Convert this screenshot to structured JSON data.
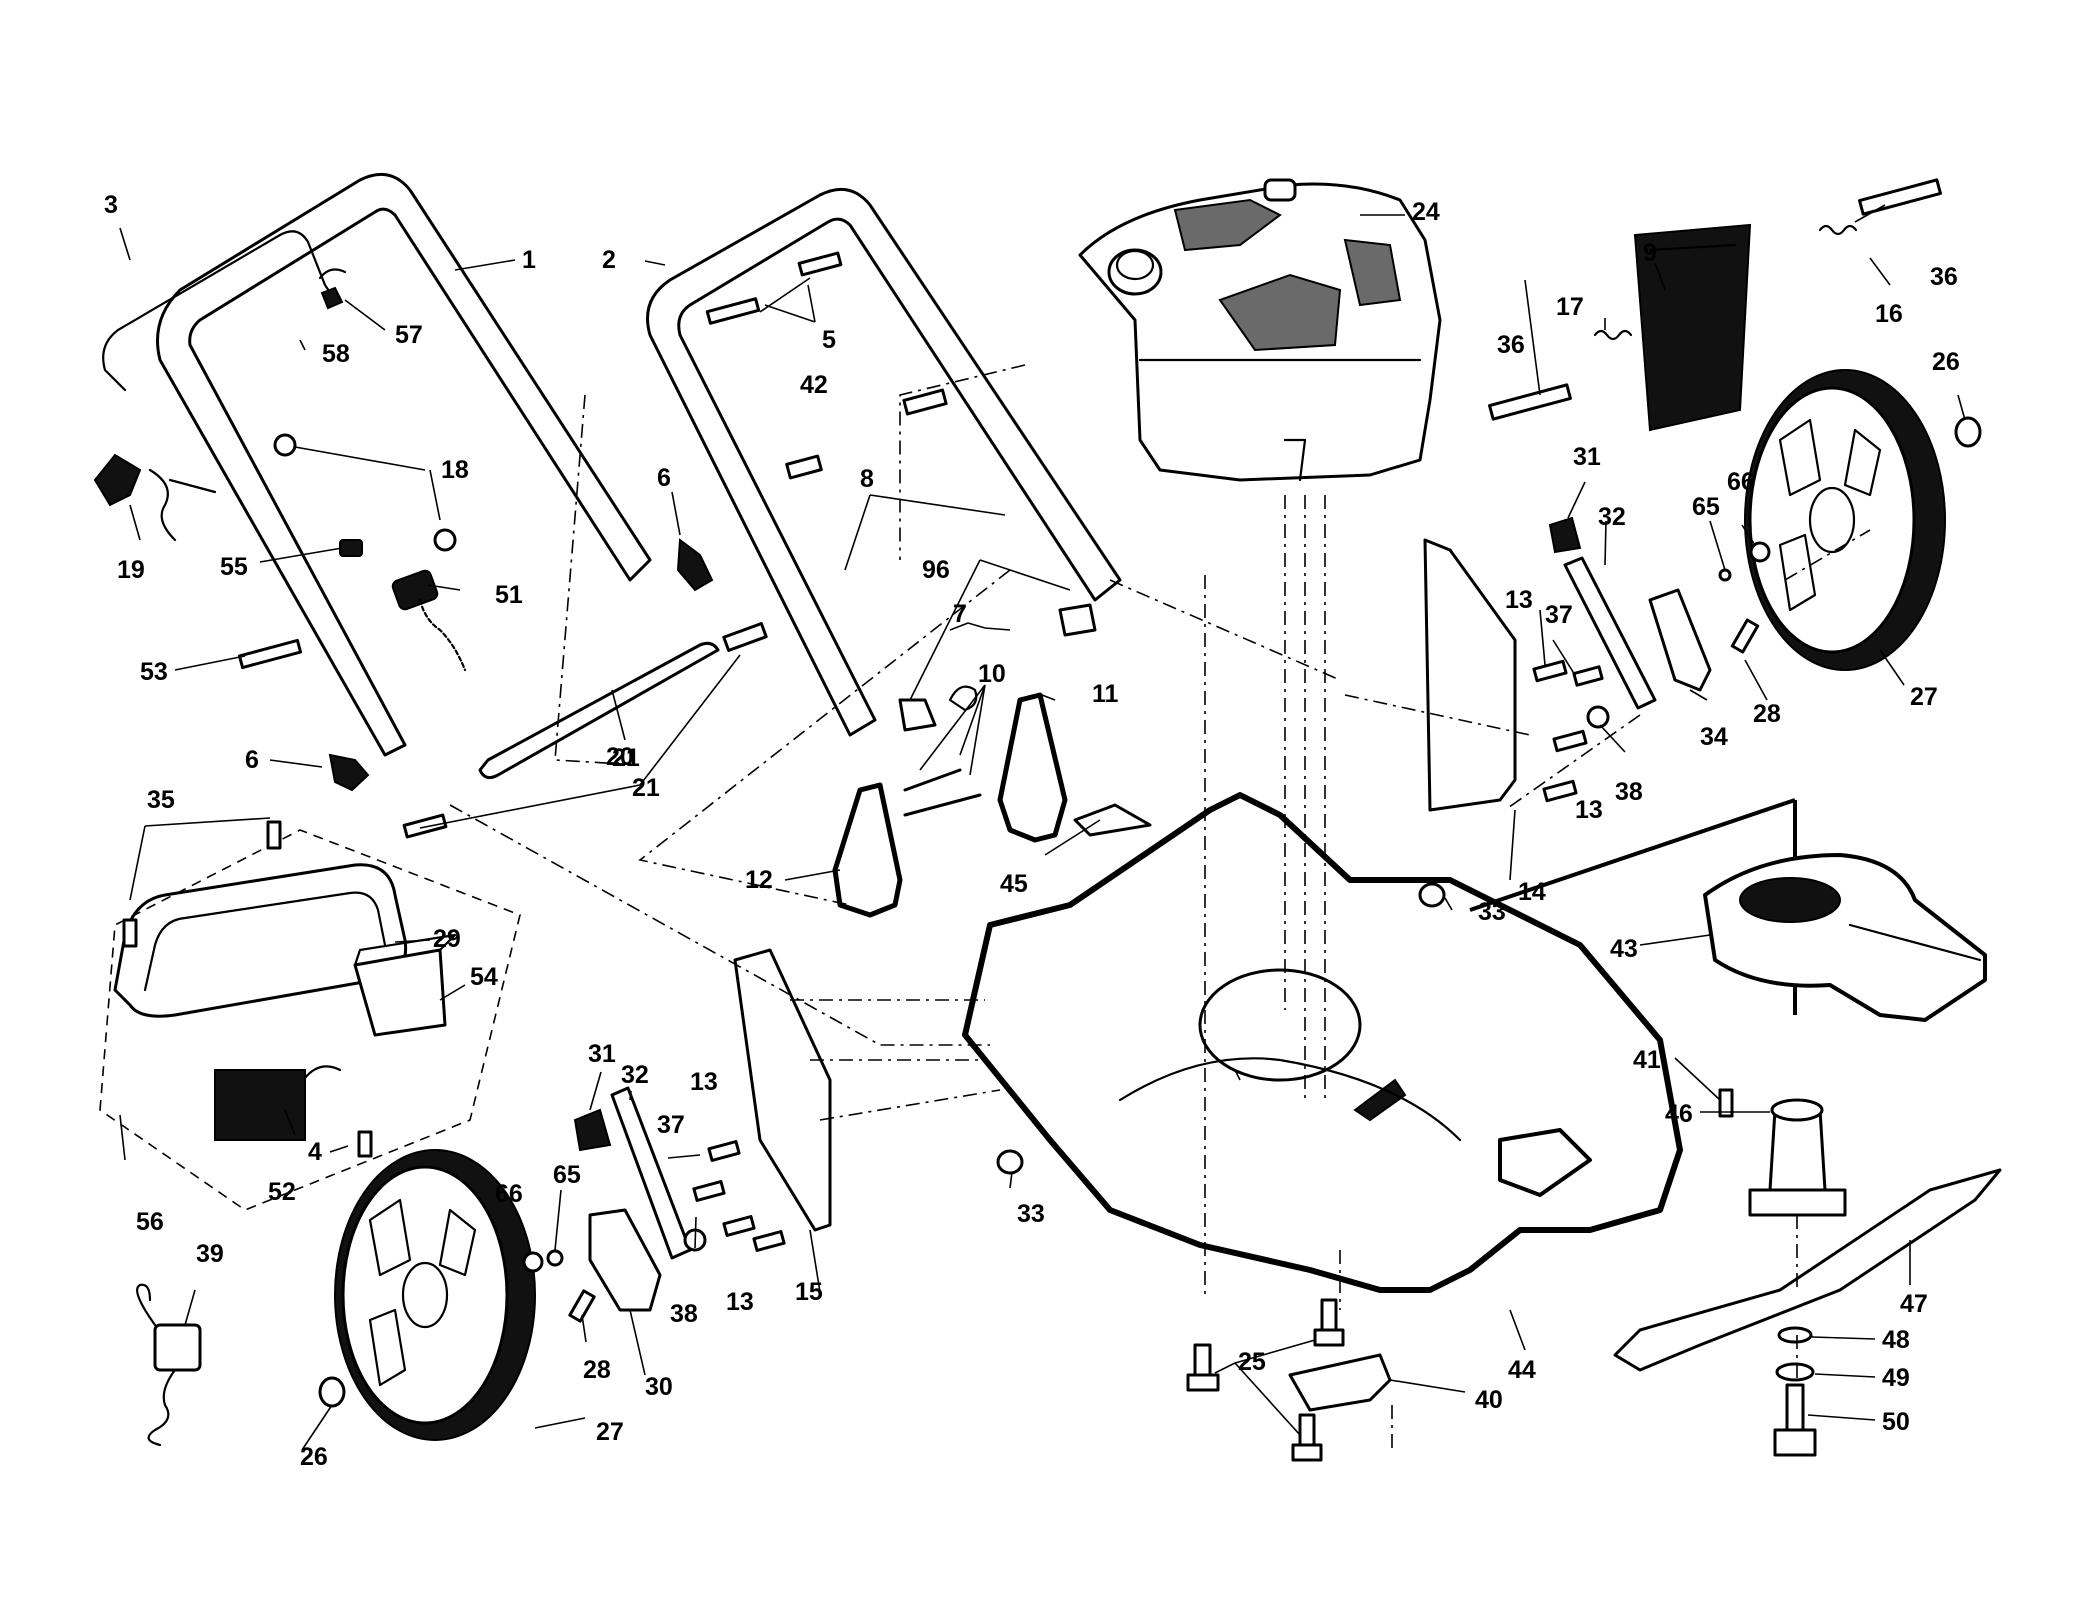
{
  "callouts": [
    {
      "id": "p1",
      "text": "1"
    },
    {
      "id": "p2",
      "text": "2"
    },
    {
      "id": "p3",
      "text": "3"
    },
    {
      "id": "p4",
      "text": "4"
    },
    {
      "id": "p5",
      "text": "5"
    },
    {
      "id": "p6a",
      "text": "6"
    },
    {
      "id": "p6b",
      "text": "6"
    },
    {
      "id": "p7",
      "text": "7"
    },
    {
      "id": "p8",
      "text": "8"
    },
    {
      "id": "p9",
      "text": "9"
    },
    {
      "id": "p10",
      "text": "10"
    },
    {
      "id": "p11",
      "text": "11"
    },
    {
      "id": "p12",
      "text": "12"
    },
    {
      "id": "p13a",
      "text": "13"
    },
    {
      "id": "p13b",
      "text": "13"
    },
    {
      "id": "p13c",
      "text": "13"
    },
    {
      "id": "p13d",
      "text": "13"
    },
    {
      "id": "p14",
      "text": "14"
    },
    {
      "id": "p15",
      "text": "15"
    },
    {
      "id": "p16",
      "text": "16"
    },
    {
      "id": "p17",
      "text": "17"
    },
    {
      "id": "p18",
      "text": "18"
    },
    {
      "id": "p19",
      "text": "19"
    },
    {
      "id": "p20",
      "text": "20"
    },
    {
      "id": "p21a",
      "text": "21"
    },
    {
      "id": "p21b",
      "text": "21"
    },
    {
      "id": "p24",
      "text": "24"
    },
    {
      "id": "p25",
      "text": "25"
    },
    {
      "id": "p26a",
      "text": "26"
    },
    {
      "id": "p26b",
      "text": "26"
    },
    {
      "id": "p27a",
      "text": "27"
    },
    {
      "id": "p27b",
      "text": "27"
    },
    {
      "id": "p28a",
      "text": "28"
    },
    {
      "id": "p28b",
      "text": "28"
    },
    {
      "id": "p29",
      "text": "29"
    },
    {
      "id": "p30",
      "text": "30"
    },
    {
      "id": "p31a",
      "text": "31"
    },
    {
      "id": "p31b",
      "text": "31"
    },
    {
      "id": "p32a",
      "text": "32"
    },
    {
      "id": "p32b",
      "text": "32"
    },
    {
      "id": "p33a",
      "text": "33"
    },
    {
      "id": "p33b",
      "text": "33"
    },
    {
      "id": "p34",
      "text": "34"
    },
    {
      "id": "p35",
      "text": "35"
    },
    {
      "id": "p36a",
      "text": "36"
    },
    {
      "id": "p36b",
      "text": "36"
    },
    {
      "id": "p37a",
      "text": "37"
    },
    {
      "id": "p37b",
      "text": "37"
    },
    {
      "id": "p38a",
      "text": "38"
    },
    {
      "id": "p38b",
      "text": "38"
    },
    {
      "id": "p39",
      "text": "39"
    },
    {
      "id": "p40",
      "text": "40"
    },
    {
      "id": "p41",
      "text": "41"
    },
    {
      "id": "p42",
      "text": "42"
    },
    {
      "id": "p43",
      "text": "43"
    },
    {
      "id": "p44",
      "text": "44"
    },
    {
      "id": "p45",
      "text": "45"
    },
    {
      "id": "p46",
      "text": "46"
    },
    {
      "id": "p47",
      "text": "47"
    },
    {
      "id": "p48",
      "text": "48"
    },
    {
      "id": "p49",
      "text": "49"
    },
    {
      "id": "p50",
      "text": "50"
    },
    {
      "id": "p51",
      "text": "51"
    },
    {
      "id": "p52",
      "text": "52"
    },
    {
      "id": "p53",
      "text": "53"
    },
    {
      "id": "p54",
      "text": "54"
    },
    {
      "id": "p55",
      "text": "55"
    },
    {
      "id": "p56",
      "text": "56"
    },
    {
      "id": "p57",
      "text": "57"
    },
    {
      "id": "p58",
      "text": "58"
    },
    {
      "id": "p65a",
      "text": "65"
    },
    {
      "id": "p65b",
      "text": "65"
    },
    {
      "id": "p66a",
      "text": "66"
    },
    {
      "id": "p66b",
      "text": "66"
    },
    {
      "id": "p96",
      "text": "96"
    }
  ]
}
